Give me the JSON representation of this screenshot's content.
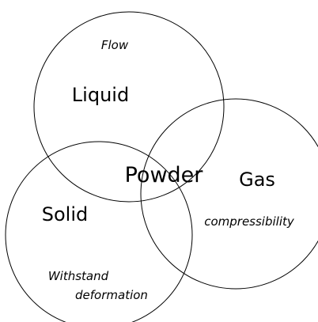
{
  "diagram": {
    "sets": {
      "liquid": "Liquid",
      "gas": "Gas",
      "solid": "Solid"
    },
    "intersection": "Powder",
    "annotations": {
      "liquid": "Flow",
      "gas": "compressibility",
      "solid_line1": "Withstand",
      "solid_line2": "deformation"
    }
  }
}
